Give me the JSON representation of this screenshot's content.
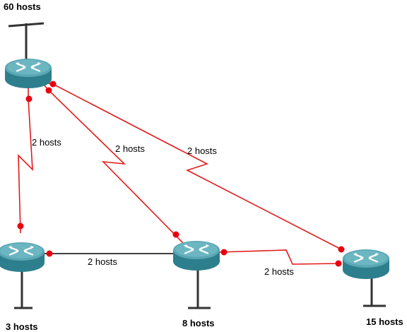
{
  "colors": {
    "wan_link": "#e31b1b",
    "lan_link": "#000000",
    "port_dot": "#e8000f",
    "router_top": "#5aa7b4",
    "router_side": "#2d7f8d",
    "ethernet": "#333333"
  },
  "routers": [
    {
      "id": "R1",
      "icon": "router-icon",
      "lan_label": "60 hosts"
    },
    {
      "id": "R2",
      "icon": "router-icon",
      "lan_label": "3 hosts"
    },
    {
      "id": "R3",
      "icon": "router-icon",
      "lan_label": "8 hosts"
    },
    {
      "id": "R4",
      "icon": "router-icon",
      "lan_label": "15 hosts"
    }
  ],
  "links": [
    {
      "from": "R1",
      "to": "R2",
      "type": "serial",
      "label": "2 hosts"
    },
    {
      "from": "R1",
      "to": "R3",
      "type": "serial",
      "label": "2 hosts"
    },
    {
      "from": "R1",
      "to": "R4",
      "type": "serial",
      "label": "2 hosts"
    },
    {
      "from": "R2",
      "to": "R3",
      "type": "ethernet",
      "label": "2 hosts"
    },
    {
      "from": "R3",
      "to": "R4",
      "type": "serial",
      "label": "2 hosts"
    }
  ]
}
